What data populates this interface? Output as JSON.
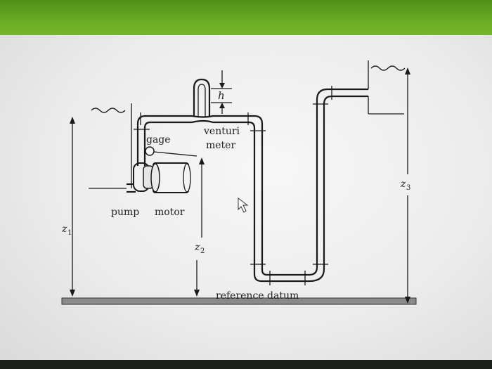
{
  "diagram": {
    "labels": {
      "h": "h",
      "venturi": "venturi",
      "meter": "meter",
      "gage": "gage",
      "pump": "pump",
      "motor": "motor",
      "z1": "z",
      "z1_sub": "1",
      "z2": "z",
      "z2_sub": "2",
      "z3": "z",
      "z3_sub": "3",
      "datum": "reference datum"
    },
    "colors": {
      "frame_green": "#6cae25",
      "screen_bg": "#efefef",
      "ink": "#1a1a1a",
      "datum_bar": "#8a8a8a"
    }
  }
}
